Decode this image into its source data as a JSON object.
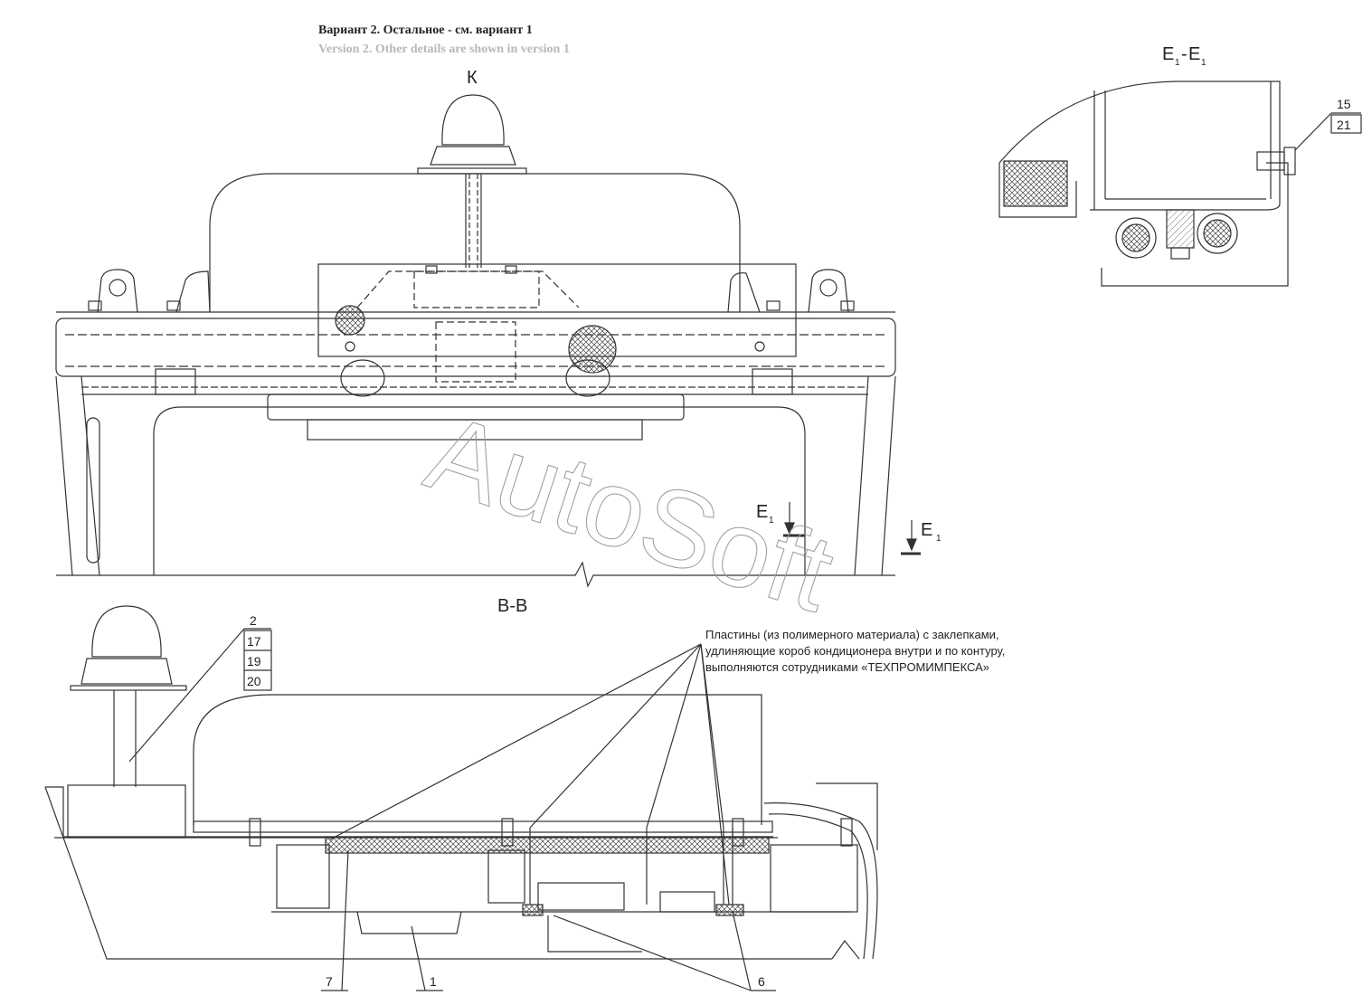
{
  "header": {
    "line_ru": "Вариант 2. Остальное - см. вариант 1",
    "line_en": "Version 2. Other details are shown in version 1"
  },
  "views": {
    "top_view_label": "К",
    "section_bb_label": "В-В",
    "section_e_label": "E",
    "section_e_sub": "1"
  },
  "callouts": {
    "c15": "15",
    "c21": "21",
    "c2": "2",
    "c17": "17",
    "c19": "19",
    "c20": "20",
    "c7": "7",
    "c1": "1",
    "c6": "6"
  },
  "note": {
    "line1": "Пластины (из полимерного материала) с заклепками,",
    "line2": "удлиняющие короб кондиционера внутри и по контуру,",
    "line3": "выполняются сотрудниками «ТЕХПРОМИМПЕКСА»"
  },
  "watermark": "AutoSoft",
  "colors": {
    "line": "#333333",
    "hatch": "#555555",
    "watermark": "#9a9a9a"
  }
}
